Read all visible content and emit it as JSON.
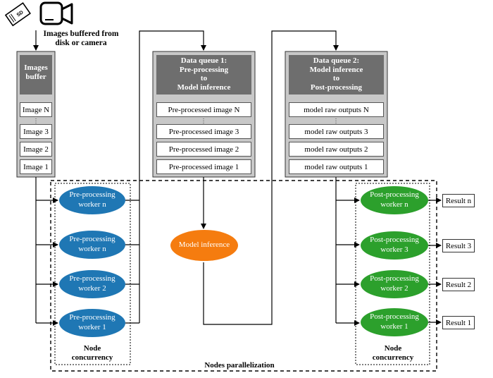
{
  "source": {
    "caption": "Images buffered from disk or camera",
    "sd_label": "SD",
    "sd_icon": "sd-card-icon",
    "camera_icon": "video-camera-icon"
  },
  "images_buffer": {
    "title": "Images buffer",
    "slots": [
      "Image N",
      "Image 3",
      "Image 2",
      "Image 1"
    ]
  },
  "queue1": {
    "title_lines": [
      "Data queue 1:",
      "Pre-processing",
      "to",
      "Model inference"
    ],
    "slots": [
      "Pre-processed image N",
      "Pre-processed image 3",
      "Pre-processed image 2",
      "Pre-processed image 1"
    ]
  },
  "queue2": {
    "title_lines": [
      "Data queue 2:",
      "Model inference",
      "to",
      "Post-processing"
    ],
    "slots": [
      "model raw outputs N",
      "model raw outputs 3",
      "model raw outputs 2",
      "model raw outputs 1"
    ]
  },
  "pre_workers": [
    {
      "line1": "Pre-processing",
      "line2": "worker n"
    },
    {
      "line1": "Pre-processing",
      "line2": "worker n"
    },
    {
      "line1": "Pre-processing",
      "line2": "worker 2"
    },
    {
      "line1": "Pre-processing",
      "line2": "worker 1"
    }
  ],
  "post_workers": [
    {
      "line1": "Post-processing",
      "line2": "worker n"
    },
    {
      "line1": "Post-processing",
      "line2": "worker 3"
    },
    {
      "line1": "Post-processing",
      "line2": "worker 2"
    },
    {
      "line1": "Post-processing",
      "line2": "worker 1"
    }
  ],
  "model_inference": "Model inference",
  "results": [
    "Result n",
    "Result 3",
    "Result 2",
    "Result 1"
  ],
  "node_concurrency": "Node concurrency",
  "nodes_parallelization": "Nodes parallelization",
  "colors": {
    "pre_worker": "#1f77b4",
    "post_worker": "#2ca02c",
    "inference": "#f57c0f",
    "queue_header": "#6e6e6e",
    "queue_body": "#c8c8c8"
  }
}
